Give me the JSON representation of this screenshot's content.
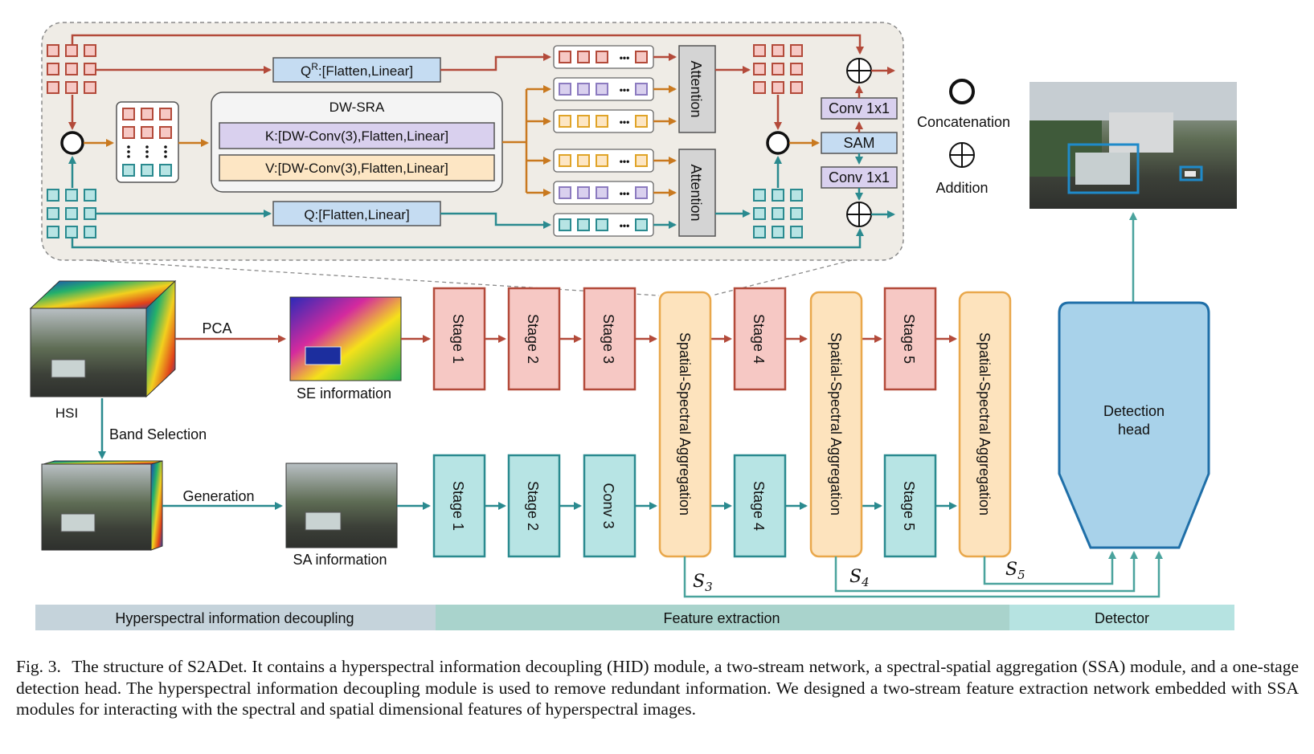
{
  "detail_panel": {
    "q_r_main": "Q",
    "q_r_sup": "R",
    "q_r_rest": ":[Flatten,Linear]",
    "dw_sra_title": "DW-SRA",
    "k_label": "K:[DW-Conv(3),Flatten,Linear]",
    "v_label": "V:[DW-Conv(3),Flatten,Linear]",
    "q_label": "Q:[Flatten,Linear]",
    "attention_top": "Attention",
    "attention_bottom": "Attention",
    "conv_top": "Conv 1x1",
    "sam": "SAM",
    "conv_bottom": "Conv 1x1",
    "ellipsis": "•••"
  },
  "legend": {
    "concatenation": "Concatenation",
    "addition": "Addition"
  },
  "pipeline": {
    "hsi": "HSI",
    "pca": "PCA",
    "band_selection": "Band Selection",
    "generation": "Generation",
    "se_information": "SE information",
    "sa_information": "SA information",
    "top_stages": [
      "Stage 1",
      "Stage 2",
      "Stage 3",
      "Stage 4",
      "Stage 5"
    ],
    "bottom_stages": [
      "Stage 1",
      "Stage 2",
      "Conv 3",
      "Stage 4",
      "Stage 5"
    ],
    "ssa_label": "Spatial-Spectral Aggregation",
    "detection_head": [
      "Detection",
      "head"
    ],
    "s3": "S",
    "s3_sub": "3",
    "s4": "S",
    "s4_sub": "4",
    "s5": "S",
    "s5_sub": "5"
  },
  "sections": {
    "hid": "Hyperspectral information decoupling",
    "feature": "Feature extraction",
    "detector": "Detector"
  },
  "caption": {
    "number": "Fig. 3.",
    "text": "The structure of S2ADet. It contains a hyperspectral information decoupling (HID) module, a two-stream network, a spectral-spatial aggregation (SSA) module, and a one-stage detection head. The hyperspectral information decoupling module is used to remove redundant information. We designed a two-stream feature extraction network embedded with SSA modules for interacting with the spectral and spatial dimensional features of hyperspectral images."
  },
  "colors": {
    "spectral_red": "#b34a3a",
    "spatial_teal": "#2a8a8f",
    "q_fill": "#c5dcf2",
    "k_fill": "#d9d0ee",
    "v_fill": "#fde6c4",
    "stage_red": "#f6c8c4",
    "stage_teal": "#b7e4e4",
    "ssa_fill": "#fde3bd",
    "ssa_stroke": "#e9a84c",
    "detector_fill": "#a8d2ea",
    "panel_fill": "#efece6",
    "bar_hid": "#c5d3db",
    "bar_feature": "#a9d3cc",
    "bar_detector": "#b6e3e1"
  }
}
